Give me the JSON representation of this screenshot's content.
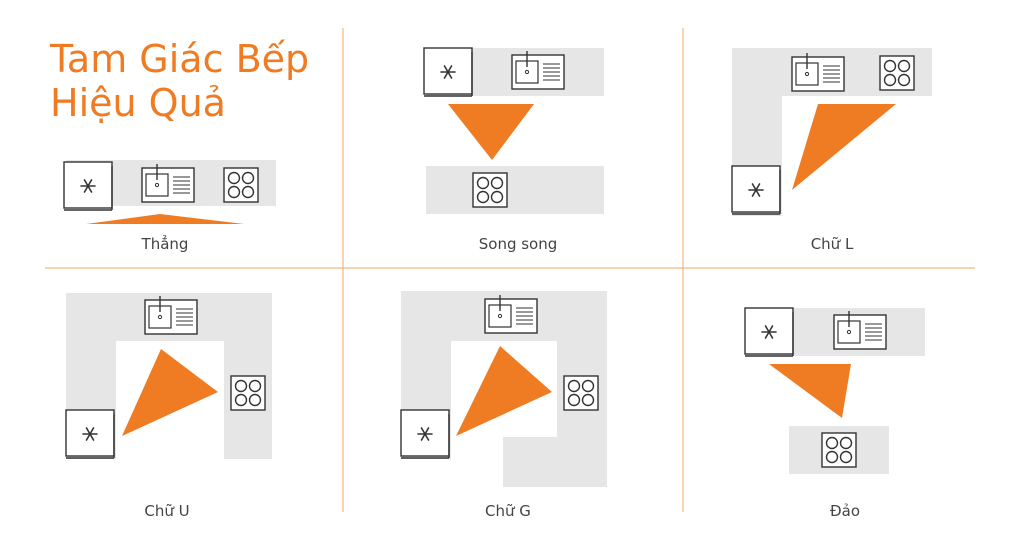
{
  "title": {
    "line1": "Tam Giác Bếp",
    "line2": "Hiệu Quả"
  },
  "layouts": [
    {
      "id": "straight",
      "label": "Thẳng"
    },
    {
      "id": "parallel",
      "label": "Song song"
    },
    {
      "id": "l-shape",
      "label": "Chữ L"
    },
    {
      "id": "u-shape",
      "label": "Chữ U"
    },
    {
      "id": "g-shape",
      "label": "Chữ G"
    },
    {
      "id": "island",
      "label": "Đảo"
    }
  ],
  "icons": {
    "fridge": "snowflake-icon",
    "sink": "sink-icon",
    "stove": "stove-icon"
  },
  "colors": {
    "accent": "#ef7b22",
    "counter": "#e6e6e6",
    "appliance_stroke": "#333333",
    "divider": "#f0a868",
    "caption": "#444444"
  }
}
